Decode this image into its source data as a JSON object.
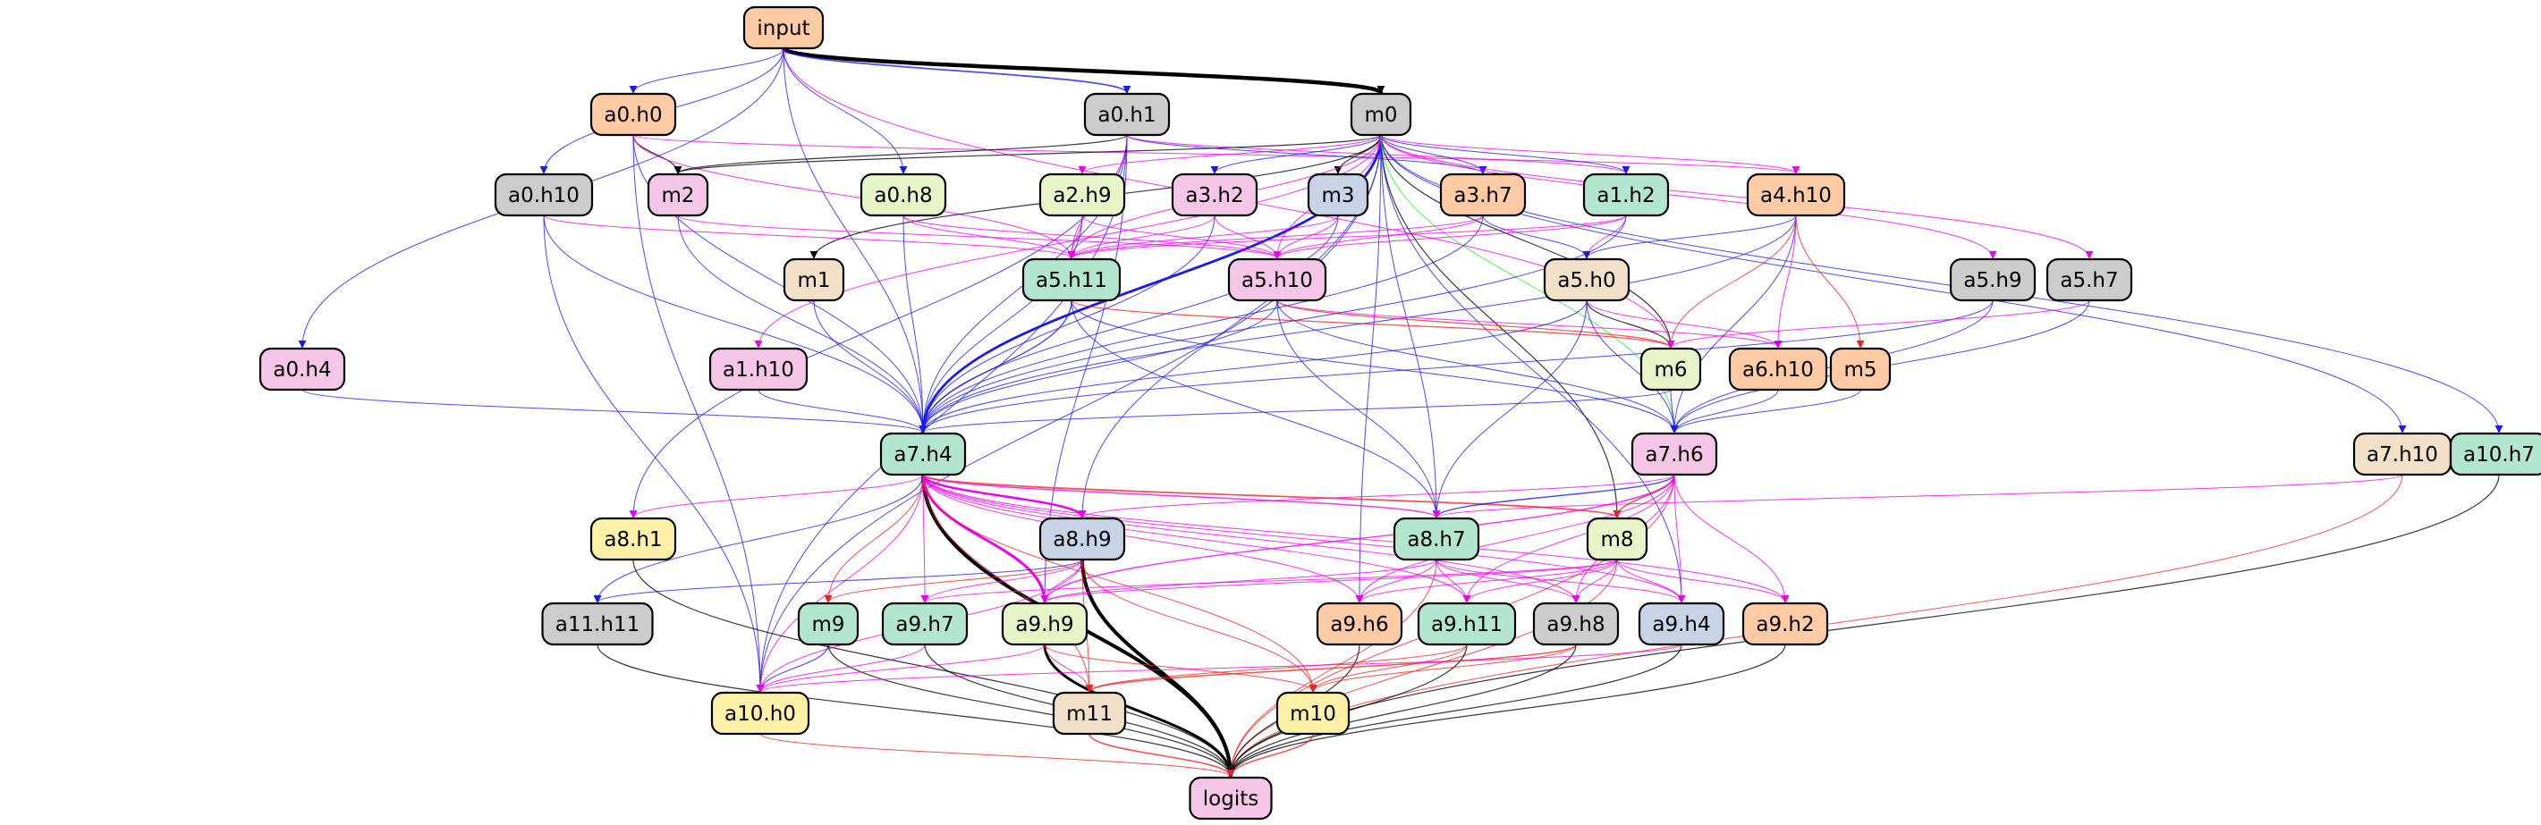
{
  "palette": {
    "gray": "#cccccc",
    "orange": "#ffcba4",
    "pink": "#f6c6e8",
    "green": "#b3e6cf",
    "lime": "#e8f5c8",
    "blue": "#c8d4e6",
    "tan": "#f2e0c8",
    "yellow": "#fff2a8"
  },
  "edge_colors": {
    "blue": "#1a1aee",
    "magenta": "#ee00ee",
    "red": "#ee2222",
    "black": "#000000",
    "green": "#22ee22"
  },
  "nodes": [
    {
      "id": "input",
      "label": "input",
      "color": "orange"
    },
    {
      "id": "a0.h0",
      "label": "a0.h0",
      "color": "orange"
    },
    {
      "id": "a0.h1",
      "label": "a0.h1",
      "color": "gray"
    },
    {
      "id": "m0",
      "label": "m0",
      "color": "gray"
    },
    {
      "id": "a0.h10",
      "label": "a0.h10",
      "color": "gray"
    },
    {
      "id": "m2",
      "label": "m2",
      "color": "pink"
    },
    {
      "id": "a0.h8",
      "label": "a0.h8",
      "color": "lime"
    },
    {
      "id": "a2.h9",
      "label": "a2.h9",
      "color": "lime"
    },
    {
      "id": "a3.h2",
      "label": "a3.h2",
      "color": "pink"
    },
    {
      "id": "m3",
      "label": "m3",
      "color": "blue"
    },
    {
      "id": "a3.h7",
      "label": "a3.h7",
      "color": "orange"
    },
    {
      "id": "a1.h2",
      "label": "a1.h2",
      "color": "green"
    },
    {
      "id": "a4.h10",
      "label": "a4.h10",
      "color": "orange"
    },
    {
      "id": "m1",
      "label": "m1",
      "color": "tan"
    },
    {
      "id": "a5.h11",
      "label": "a5.h11",
      "color": "green"
    },
    {
      "id": "a5.h10",
      "label": "a5.h10",
      "color": "pink"
    },
    {
      "id": "a5.h0",
      "label": "a5.h0",
      "color": "tan"
    },
    {
      "id": "a5.h9",
      "label": "a5.h9",
      "color": "gray"
    },
    {
      "id": "a5.h7",
      "label": "a5.h7",
      "color": "gray"
    },
    {
      "id": "a0.h4",
      "label": "a0.h4",
      "color": "pink"
    },
    {
      "id": "a1.h10",
      "label": "a1.h10",
      "color": "pink"
    },
    {
      "id": "m6",
      "label": "m6",
      "color": "lime"
    },
    {
      "id": "a6.h10",
      "label": "a6.h10",
      "color": "orange"
    },
    {
      "id": "m5",
      "label": "m5",
      "color": "orange"
    },
    {
      "id": "a7.h4",
      "label": "a7.h4",
      "color": "green"
    },
    {
      "id": "a7.h6",
      "label": "a7.h6",
      "color": "pink"
    },
    {
      "id": "a7.h10",
      "label": "a7.h10",
      "color": "tan"
    },
    {
      "id": "a10.h7",
      "label": "a10.h7",
      "color": "green"
    },
    {
      "id": "a8.h1",
      "label": "a8.h1",
      "color": "yellow"
    },
    {
      "id": "a8.h9",
      "label": "a8.h9",
      "color": "blue"
    },
    {
      "id": "a8.h7",
      "label": "a8.h7",
      "color": "green"
    },
    {
      "id": "m8",
      "label": "m8",
      "color": "lime"
    },
    {
      "id": "a11.h11",
      "label": "a11.h11",
      "color": "gray"
    },
    {
      "id": "m9",
      "label": "m9",
      "color": "green"
    },
    {
      "id": "a9.h7",
      "label": "a9.h7",
      "color": "green"
    },
    {
      "id": "a9.h9",
      "label": "a9.h9",
      "color": "lime"
    },
    {
      "id": "a9.h6",
      "label": "a9.h6",
      "color": "orange"
    },
    {
      "id": "a9.h11",
      "label": "a9.h11",
      "color": "green"
    },
    {
      "id": "a9.h8",
      "label": "a9.h8",
      "color": "gray"
    },
    {
      "id": "a9.h4",
      "label": "a9.h4",
      "color": "blue"
    },
    {
      "id": "a9.h2",
      "label": "a9.h2",
      "color": "orange"
    },
    {
      "id": "a10.h0",
      "label": "a10.h0",
      "color": "yellow"
    },
    {
      "id": "m11",
      "label": "m11",
      "color": "tan"
    },
    {
      "id": "m10",
      "label": "m10",
      "color": "yellow"
    },
    {
      "id": "logits",
      "label": "logits",
      "color": "pink"
    }
  ],
  "edges": [
    [
      "input",
      "m0",
      "black",
      4.5
    ],
    [
      "input",
      "a0.h1",
      "blue",
      1.8
    ],
    [
      "input",
      "a0.h0",
      "blue",
      1
    ],
    [
      "input",
      "a0.h10",
      "blue",
      1
    ],
    [
      "input",
      "a0.h8",
      "blue",
      1
    ],
    [
      "input",
      "a7.h4",
      "blue",
      1
    ],
    [
      "input",
      "a0.h4",
      "blue",
      1
    ],
    [
      "input",
      "m6",
      "magenta",
      1
    ],
    [
      "a0.h0",
      "m2",
      "black",
      1.2
    ],
    [
      "a0.h0",
      "a7.h4",
      "blue",
      1
    ],
    [
      "a0.h0",
      "a10.h0",
      "blue",
      1
    ],
    [
      "a0.h0",
      "a5.h11",
      "magenta",
      1
    ],
    [
      "a0.h0",
      "a4.h10",
      "magenta",
      1
    ],
    [
      "a0.h1",
      "m2",
      "black",
      1.2
    ],
    [
      "a0.h1",
      "a3.h7",
      "blue",
      1
    ],
    [
      "a0.h1",
      "a7.h4",
      "blue",
      1
    ],
    [
      "a0.h1",
      "a9.h9",
      "blue",
      1
    ],
    [
      "a0.h1",
      "a10.h0",
      "blue",
      1
    ],
    [
      "a0.h1",
      "a8.h1",
      "blue",
      1
    ],
    [
      "a0.h1",
      "a1.h2",
      "magenta",
      1
    ],
    [
      "a0.h1",
      "a5.h11",
      "magenta",
      1
    ],
    [
      "m0",
      "m1",
      "black",
      1.2
    ],
    [
      "m0",
      "m2",
      "black",
      1.2
    ],
    [
      "m0",
      "m3",
      "black",
      1.2
    ],
    [
      "m0",
      "m6",
      "black",
      1.2
    ],
    [
      "m0",
      "m8",
      "black",
      1.2
    ],
    [
      "m0",
      "a7.h4",
      "blue",
      2.8
    ],
    [
      "m0",
      "a3.h2",
      "blue",
      1
    ],
    [
      "m0",
      "a3.h7",
      "blue",
      1
    ],
    [
      "m0",
      "a1.h2",
      "blue",
      1
    ],
    [
      "m0",
      "a8.h9",
      "blue",
      1
    ],
    [
      "m0",
      "a8.h7",
      "blue",
      1
    ],
    [
      "m0",
      "a9.h4",
      "blue",
      1
    ],
    [
      "m0",
      "a9.h6",
      "blue",
      1
    ],
    [
      "m0",
      "a10.h7",
      "blue",
      1
    ],
    [
      "m0",
      "a7.h10",
      "blue",
      1
    ],
    [
      "m0",
      "a10.h0",
      "blue",
      1
    ],
    [
      "m0",
      "a2.h9",
      "magenta",
      1
    ],
    [
      "m0",
      "a1.h10",
      "magenta",
      1
    ],
    [
      "m0",
      "a5.h11",
      "magenta",
      1
    ],
    [
      "m0",
      "a5.h10",
      "magenta",
      1
    ],
    [
      "m0",
      "a5.h9",
      "magenta",
      1
    ],
    [
      "m0",
      "a5.h7",
      "magenta",
      1
    ],
    [
      "m0",
      "a4.h10",
      "magenta",
      1
    ],
    [
      "m0",
      "a7.h6",
      "green",
      1
    ],
    [
      "a0.h10",
      "a7.h4",
      "blue",
      1
    ],
    [
      "a0.h10",
      "a10.h0",
      "blue",
      1
    ],
    [
      "a0.h10",
      "a5.h11",
      "magenta",
      1
    ],
    [
      "m2",
      "a7.h4",
      "blue",
      1
    ],
    [
      "m2",
      "a5.h10",
      "magenta",
      1
    ],
    [
      "a0.h8",
      "a7.h4",
      "blue",
      1
    ],
    [
      "a0.h8",
      "a5.h11",
      "magenta",
      1
    ],
    [
      "a0.h8",
      "a5.h10",
      "magenta",
      1
    ],
    [
      "a2.h9",
      "a7.h4",
      "blue",
      1
    ],
    [
      "a2.h9",
      "a5.h11",
      "magenta",
      1
    ],
    [
      "a2.h9",
      "a5.h10",
      "magenta",
      1
    ],
    [
      "a3.h2",
      "a7.h4",
      "blue",
      1
    ],
    [
      "a3.h2",
      "a5.h11",
      "magenta",
      1
    ],
    [
      "a3.h2",
      "a5.h10",
      "magenta",
      1
    ],
    [
      "m3",
      "a7.h4",
      "blue",
      1
    ],
    [
      "m3",
      "a5.h11",
      "magenta",
      1
    ],
    [
      "m3",
      "a5.h10",
      "magenta",
      1
    ],
    [
      "a3.h7",
      "a5.h0",
      "blue",
      1
    ],
    [
      "a3.h7",
      "a7.h4",
      "blue",
      1
    ],
    [
      "a3.h7",
      "a5.h11",
      "magenta",
      1
    ],
    [
      "a3.h7",
      "a5.h10",
      "magenta",
      1
    ],
    [
      "a1.h2",
      "a7.h4",
      "blue",
      1
    ],
    [
      "a1.h2",
      "a5.h11",
      "magenta",
      1
    ],
    [
      "a1.h2",
      "a5.h10",
      "magenta",
      1
    ],
    [
      "a1.h2",
      "a5.h0",
      "magenta",
      1
    ],
    [
      "a4.h10",
      "a5.h0",
      "blue",
      1
    ],
    [
      "a4.h10",
      "a7.h4",
      "blue",
      1
    ],
    [
      "a4.h10",
      "a7.h6",
      "blue",
      1
    ],
    [
      "a4.h10",
      "m6",
      "red",
      1
    ],
    [
      "a4.h10",
      "m5",
      "red",
      1
    ],
    [
      "a4.h10",
      "a6.h10",
      "magenta",
      1
    ],
    [
      "m1",
      "a7.h4",
      "blue",
      1
    ],
    [
      "a5.h11",
      "a7.h4",
      "blue",
      1.4
    ],
    [
      "a5.h11",
      "a8.h7",
      "blue",
      1
    ],
    [
      "a5.h11",
      "a7.h6",
      "blue",
      1
    ],
    [
      "a5.h11",
      "m6",
      "red",
      1.2
    ],
    [
      "a5.h10",
      "a7.h4",
      "blue",
      1
    ],
    [
      "a5.h10",
      "a8.h7",
      "blue",
      1
    ],
    [
      "a5.h10",
      "a7.h6",
      "blue",
      1
    ],
    [
      "a5.h10",
      "m6",
      "red",
      1.2
    ],
    [
      "a5.h10",
      "a6.h10",
      "magenta",
      1
    ],
    [
      "a5.h0",
      "m6",
      "black",
      1.2
    ],
    [
      "a5.h0",
      "a7.h4",
      "blue",
      1
    ],
    [
      "a5.h0",
      "a7.h6",
      "blue",
      1
    ],
    [
      "a5.h0",
      "a8.h7",
      "blue",
      1
    ],
    [
      "a5.h0",
      "a6.h10",
      "magenta",
      1
    ],
    [
      "a5.h9",
      "a7.h4",
      "blue",
      1
    ],
    [
      "a5.h9",
      "a7.h6",
      "blue",
      1
    ],
    [
      "a5.h7",
      "a7.h6",
      "blue",
      1
    ],
    [
      "a5.h7",
      "m6",
      "magenta",
      1
    ],
    [
      "a0.h4",
      "a7.h4",
      "blue",
      1
    ],
    [
      "a1.h10",
      "a7.h4",
      "blue",
      1
    ],
    [
      "m6",
      "a7.h4",
      "blue",
      1
    ],
    [
      "m6",
      "a7.h6",
      "blue",
      1
    ],
    [
      "a6.h10",
      "a7.h6",
      "blue",
      1
    ],
    [
      "m5",
      "a7.h6",
      "blue",
      1
    ],
    [
      "a7.h4",
      "logits",
      "black",
      4
    ],
    [
      "a7.h4",
      "a9.h9",
      "magenta",
      3
    ],
    [
      "a7.h4",
      "a8.h9",
      "magenta",
      2.5
    ],
    [
      "a7.h4",
      "a8.h7",
      "magenta",
      1.5
    ],
    [
      "a7.h4",
      "m8",
      "red",
      1.8
    ],
    [
      "a7.h4",
      "a8.h1",
      "magenta",
      1
    ],
    [
      "a7.h4",
      "a11.h11",
      "blue",
      1
    ],
    [
      "a7.h4",
      "m9",
      "red",
      1
    ],
    [
      "a7.h4",
      "a9.h7",
      "magenta",
      1
    ],
    [
      "a7.h4",
      "a10.h0",
      "magenta",
      1
    ],
    [
      "a7.h4",
      "m11",
      "red",
      1
    ],
    [
      "a7.h4",
      "m10",
      "red",
      1
    ],
    [
      "a7.h4",
      "a9.h6",
      "magenta",
      1
    ],
    [
      "a7.h4",
      "a9.h11",
      "magenta",
      1
    ],
    [
      "a7.h4",
      "a9.h8",
      "magenta",
      1
    ],
    [
      "a7.h4",
      "a9.h4",
      "magenta",
      1
    ],
    [
      "a7.h4",
      "a9.h2",
      "magenta",
      1
    ],
    [
      "a7.h6",
      "a8.h7",
      "blue",
      1.4
    ],
    [
      "a7.h6",
      "m8",
      "red",
      1.5
    ],
    [
      "a7.h6",
      "a8.h9",
      "magenta",
      1
    ],
    [
      "a7.h6",
      "a9.h9",
      "magenta",
      1.5
    ],
    [
      "a7.h6",
      "a9.h6",
      "magenta",
      1
    ],
    [
      "a7.h6",
      "a9.h11",
      "magenta",
      1
    ],
    [
      "a7.h6",
      "a9.h8",
      "magenta",
      1
    ],
    [
      "a7.h6",
      "a9.h4",
      "magenta",
      1
    ],
    [
      "a7.h6",
      "a9.h2",
      "magenta",
      1
    ],
    [
      "a7.h6",
      "logits",
      "red",
      1
    ],
    [
      "a7.h10",
      "a8.h7",
      "magenta",
      1
    ],
    [
      "a7.h10",
      "logits",
      "red",
      1
    ],
    [
      "a10.h7",
      "logits",
      "black",
      1.2
    ],
    [
      "a8.h1",
      "logits",
      "black",
      1.2
    ],
    [
      "a8.h9",
      "logits",
      "black",
      4
    ],
    [
      "a8.h9",
      "a11.h11",
      "blue",
      1
    ],
    [
      "a8.h9",
      "m9",
      "red",
      1
    ],
    [
      "a8.h9",
      "a9.h7",
      "magenta",
      1
    ],
    [
      "a8.h9",
      "a9.h9",
      "magenta",
      1
    ],
    [
      "a8.h9",
      "a10.h0",
      "magenta",
      1
    ],
    [
      "a8.h9",
      "m11",
      "red",
      1
    ],
    [
      "a8.h9",
      "m10",
      "red",
      1
    ],
    [
      "a8.h7",
      "a9.h9",
      "magenta",
      1
    ],
    [
      "a8.h7",
      "a9.h6",
      "magenta",
      1
    ],
    [
      "a8.h7",
      "a9.h11",
      "magenta",
      1
    ],
    [
      "a8.h7",
      "a9.h8",
      "magenta",
      1
    ],
    [
      "a8.h7",
      "a9.h4",
      "magenta",
      1
    ],
    [
      "a8.h7",
      "logits",
      "red",
      1
    ],
    [
      "m8",
      "a9.h9",
      "magenta",
      1
    ],
    [
      "m8",
      "a9.h6",
      "magenta",
      1
    ],
    [
      "m8",
      "a9.h11",
      "magenta",
      1
    ],
    [
      "m8",
      "a9.h8",
      "magenta",
      1
    ],
    [
      "m8",
      "a9.h4",
      "magenta",
      1
    ],
    [
      "m8",
      "a9.h2",
      "magenta",
      1
    ],
    [
      "m8",
      "a9.h7",
      "magenta",
      1
    ],
    [
      "m8",
      "logits",
      "red",
      1
    ],
    [
      "a11.h11",
      "logits",
      "black",
      1.2
    ],
    [
      "m9",
      "a10.h0",
      "blue",
      1.2
    ],
    [
      "m9",
      "logits",
      "black",
      1.2
    ],
    [
      "a9.h7",
      "logits",
      "black",
      1.2
    ],
    [
      "a9.h7",
      "a10.h0",
      "magenta",
      1
    ],
    [
      "a9.h9",
      "logits",
      "black",
      3
    ],
    [
      "a9.h9",
      "m11",
      "red",
      1
    ],
    [
      "a9.h9",
      "m10",
      "red",
      1
    ],
    [
      "a9.h9",
      "a10.h0",
      "magenta",
      1
    ],
    [
      "a9.h6",
      "logits",
      "black",
      1.2
    ],
    [
      "a9.h11",
      "logits",
      "black",
      1.2
    ],
    [
      "a9.h11",
      "m10",
      "red",
      1
    ],
    [
      "a9.h11",
      "m11",
      "red",
      1
    ],
    [
      "a9.h8",
      "logits",
      "black",
      1.2
    ],
    [
      "a9.h8",
      "m11",
      "red",
      1.5
    ],
    [
      "a9.h8",
      "m10",
      "red",
      1
    ],
    [
      "a9.h4",
      "logits",
      "black",
      1.2
    ],
    [
      "a9.h4",
      "a10.h0",
      "magenta",
      1
    ],
    [
      "a9.h2",
      "logits",
      "black",
      1.2
    ],
    [
      "a10.h0",
      "logits",
      "red",
      1
    ],
    [
      "m11",
      "logits",
      "red",
      1.6
    ],
    [
      "m10",
      "logits",
      "red",
      1.6
    ]
  ]
}
